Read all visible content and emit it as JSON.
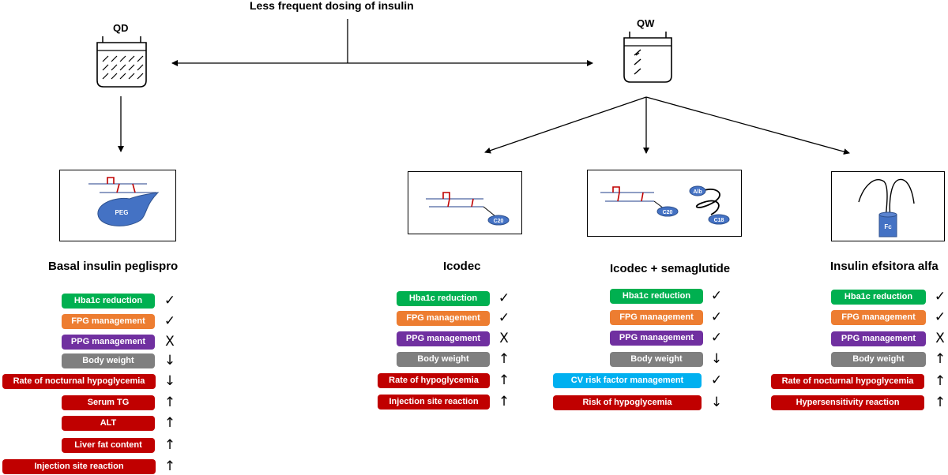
{
  "header": {
    "title": "Less frequent dosing of insulin"
  },
  "frequency": {
    "daily": "QD",
    "weekly": "QW"
  },
  "molecule_labels": {
    "peg": "PEG",
    "c20": "C20",
    "alb": "Alb",
    "c18": "C18",
    "fc": "Fc"
  },
  "colors": {
    "green": "#00b050",
    "orange": "#ed7d31",
    "purple": "#7030a0",
    "gray": "#7f7f7f",
    "red": "#c00000",
    "cyan": "#00b0f0",
    "blue": "#4472c4"
  },
  "symbols": {
    "check": "✓",
    "cross": "X",
    "up": "↑",
    "down": "↓"
  },
  "columns": [
    {
      "name": "Basal insulin peglispro",
      "items": [
        {
          "label": "Hba1c reduction",
          "color": "green",
          "mark": "check"
        },
        {
          "label": "FPG management",
          "color": "orange",
          "mark": "check"
        },
        {
          "label": "PPG management",
          "color": "purple",
          "mark": "cross"
        },
        {
          "label": "Body weight",
          "color": "gray",
          "mark": "down"
        },
        {
          "label": "Rate of nocturnal hypoglycemia",
          "color": "red",
          "mark": "down"
        },
        {
          "label": "Serum TG",
          "color": "red",
          "mark": "up"
        },
        {
          "label": "ALT",
          "color": "red",
          "mark": "up"
        },
        {
          "label": "Liver fat content",
          "color": "red",
          "mark": "up"
        },
        {
          "label": "Injection site reaction",
          "color": "red",
          "mark": "up"
        }
      ]
    },
    {
      "name": "Icodec",
      "items": [
        {
          "label": "Hba1c reduction",
          "color": "green",
          "mark": "check"
        },
        {
          "label": "FPG management",
          "color": "orange",
          "mark": "check"
        },
        {
          "label": "PPG management",
          "color": "purple",
          "mark": "cross"
        },
        {
          "label": "Body weight",
          "color": "gray",
          "mark": "up"
        },
        {
          "label": "Rate of hypoglycemia",
          "color": "red",
          "mark": "up"
        },
        {
          "label": "Injection site reaction",
          "color": "red",
          "mark": "up"
        }
      ]
    },
    {
      "name": "Icodec + semaglutide",
      "items": [
        {
          "label": "Hba1c reduction",
          "color": "green",
          "mark": "check"
        },
        {
          "label": "FPG management",
          "color": "orange",
          "mark": "check"
        },
        {
          "label": "PPG management",
          "color": "purple",
          "mark": "check"
        },
        {
          "label": "Body weight",
          "color": "gray",
          "mark": "down"
        },
        {
          "label": "CV risk factor management",
          "color": "cyan",
          "mark": "check"
        },
        {
          "label": "Risk of hypoglycemia",
          "color": "red",
          "mark": "down"
        }
      ]
    },
    {
      "name": "Insulin efsitora alfa",
      "items": [
        {
          "label": "Hba1c reduction",
          "color": "green",
          "mark": "check"
        },
        {
          "label": "FPG management",
          "color": "orange",
          "mark": "check"
        },
        {
          "label": "PPG management",
          "color": "purple",
          "mark": "cross"
        },
        {
          "label": "Body weight",
          "color": "gray",
          "mark": "up"
        },
        {
          "label": "Rate of nocturnal hypoglycemia",
          "color": "red",
          "mark": "up"
        },
        {
          "label": "Hypersensitivity reaction",
          "color": "red",
          "mark": "up"
        }
      ]
    }
  ]
}
